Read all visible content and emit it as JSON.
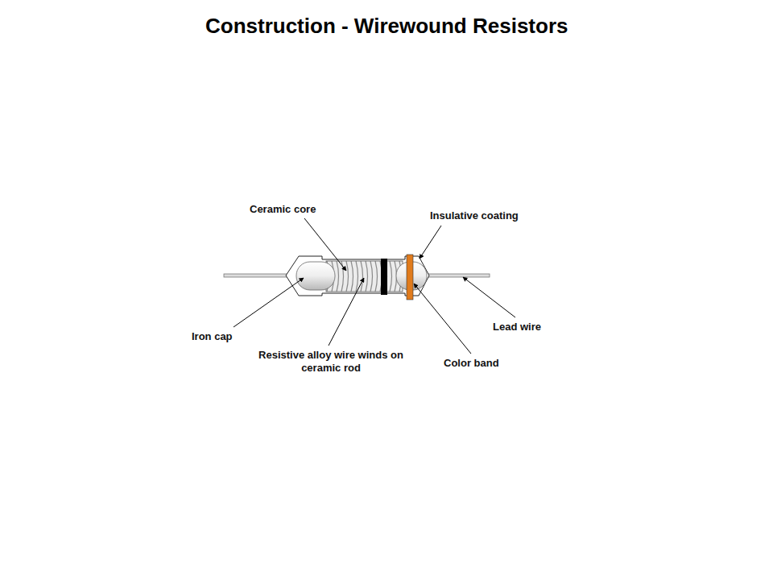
{
  "diagram": {
    "title": "Construction - Wirewound Resistors",
    "labels": [
      "Ceramic core",
      "Insulative coating",
      "Iron cap",
      "Lead wire",
      "Resistive alloy wire winds on ceramic rod",
      "Color band"
    ]
  }
}
